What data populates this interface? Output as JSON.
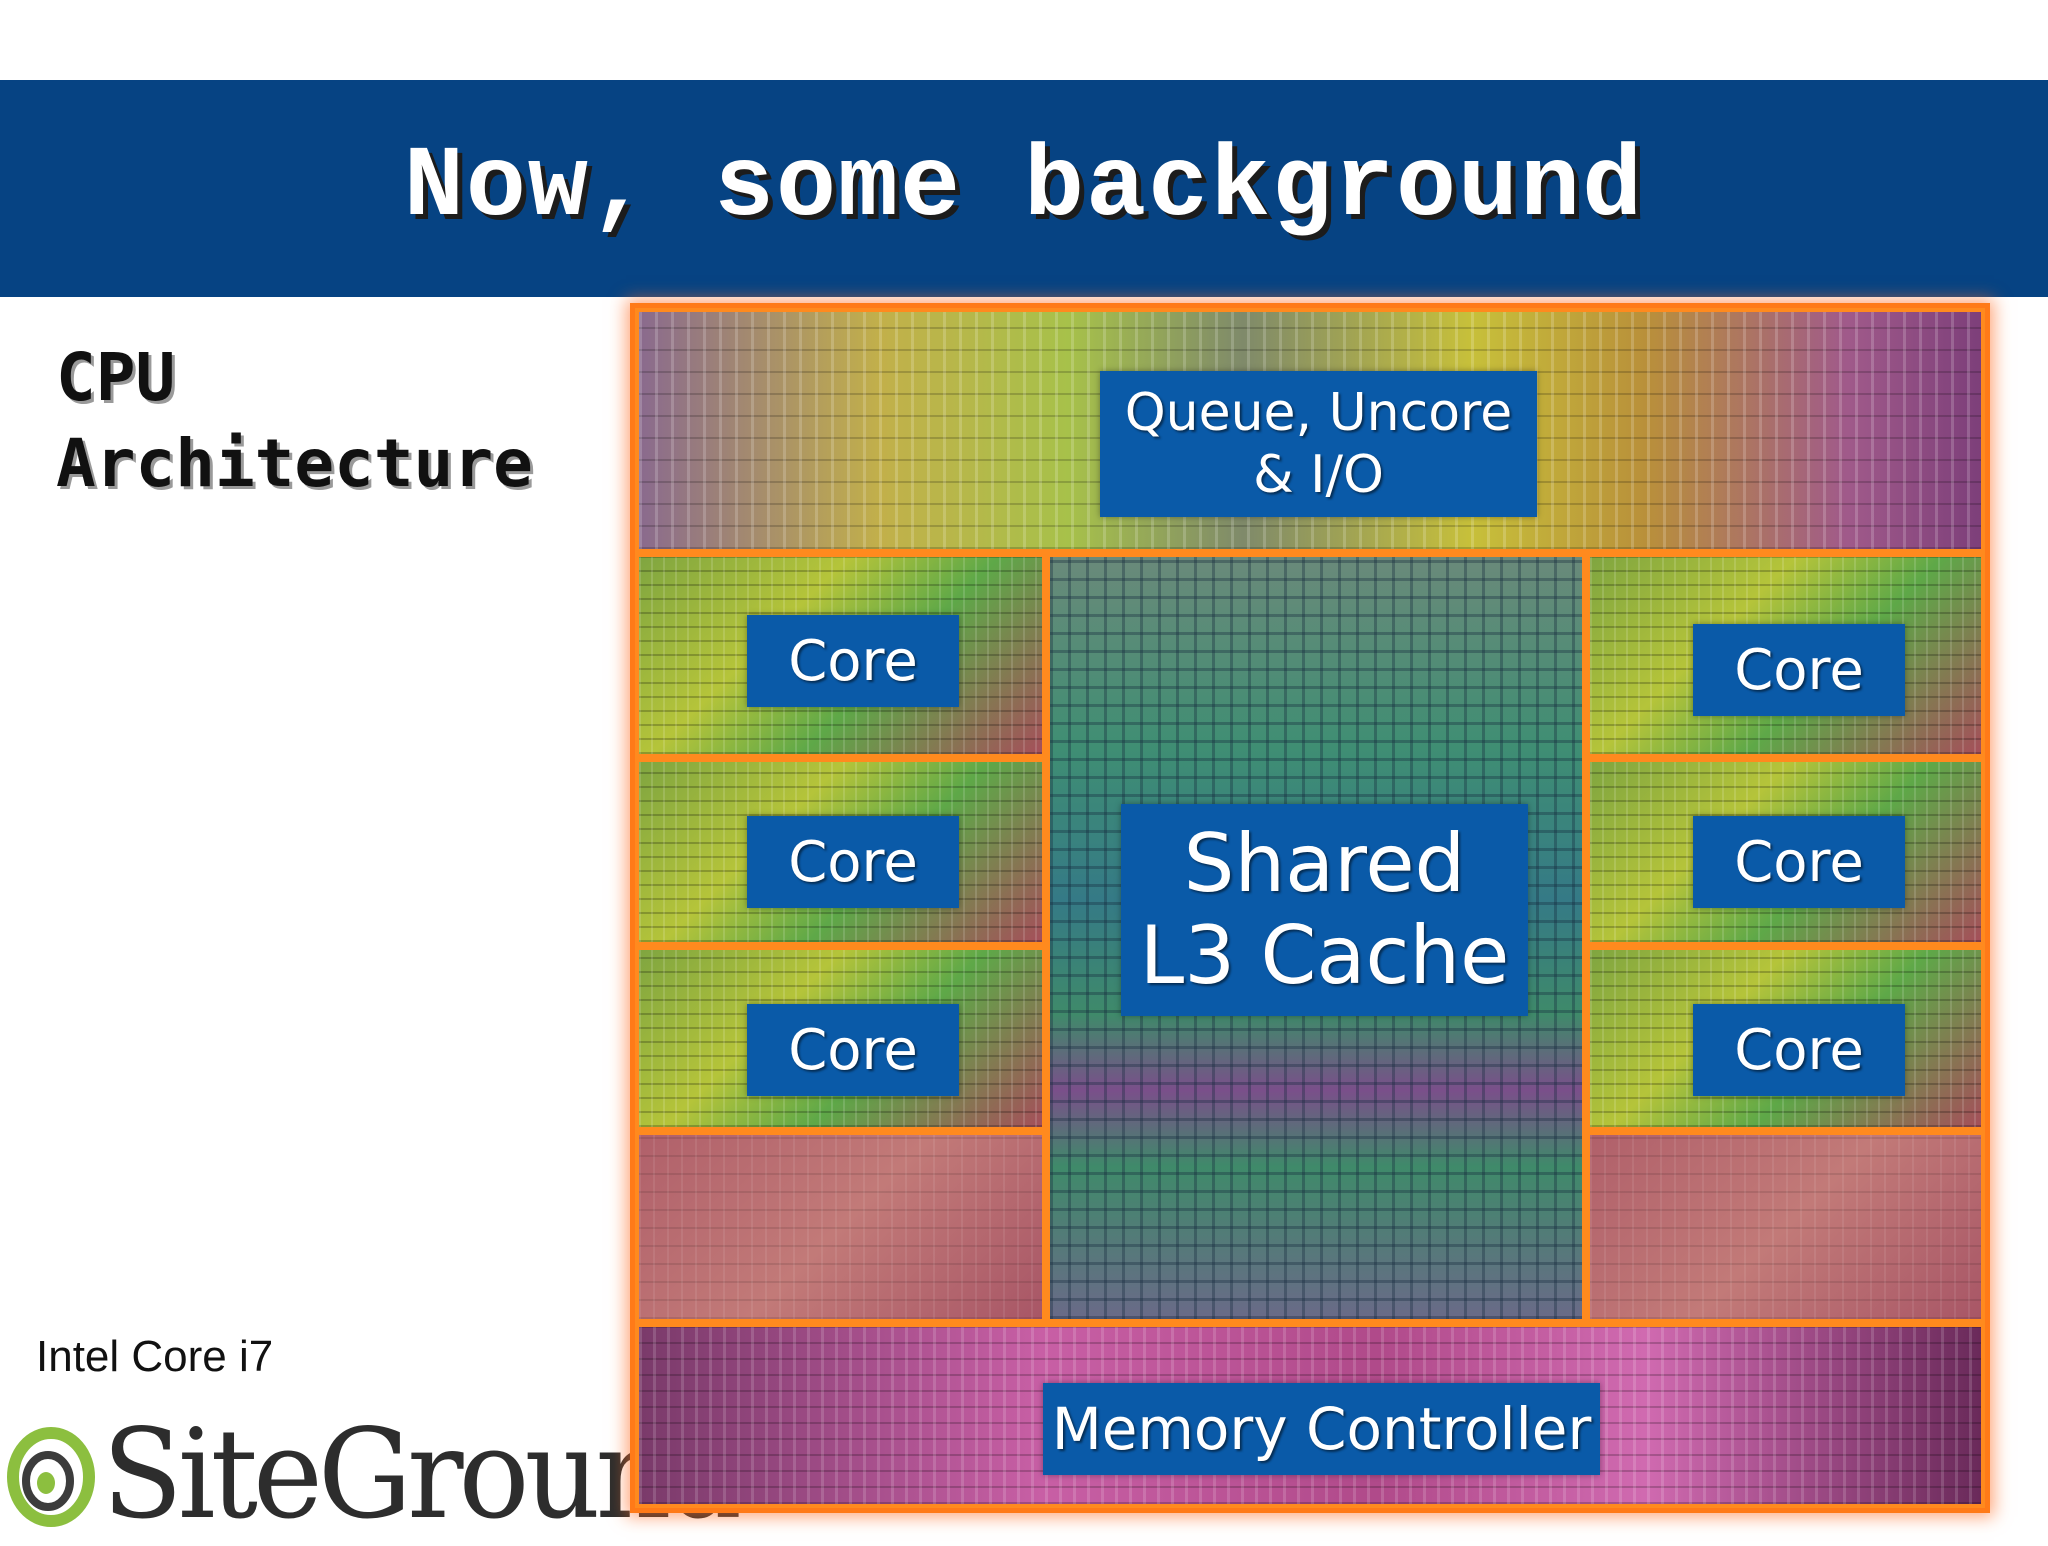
{
  "slide": {
    "title": "Now, some background",
    "side_title_line1": "CPU",
    "side_title_line2": "Architecture",
    "caption": "Intel Core i7",
    "logo_text": "SiteGround"
  },
  "die": {
    "uncore_line1": "Queue, Uncore",
    "uncore_line2": "& I/O",
    "core_label": "Core",
    "cache_line1": "Shared",
    "cache_line2": "L3 Cache",
    "memory_label": "Memory Controller"
  },
  "colors": {
    "title_bar": "#064383",
    "label_bg": "#0a5aa8",
    "region_outline": "#ff8a1e",
    "logo_green": "#8cbf3f"
  }
}
